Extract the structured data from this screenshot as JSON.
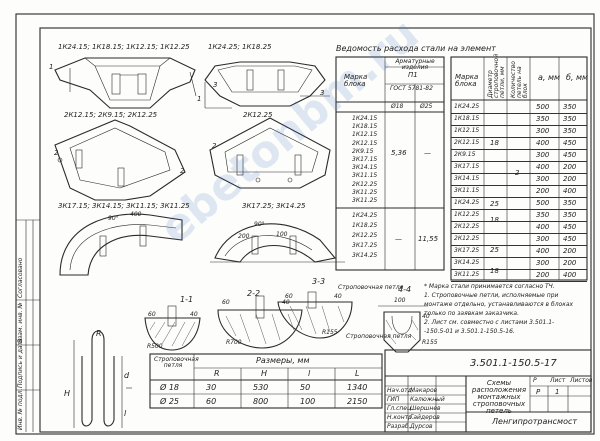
{
  "views": {
    "v1": {
      "title": "1К24.15; 1К18.15; 1К12.15; 1К12.25",
      "cuts": [
        "1",
        "1"
      ]
    },
    "v2": {
      "title": "1К24.25; 1К18.25",
      "dims": [
        "3",
        "3"
      ]
    },
    "v3": {
      "title": "2К12.15; 2К9.15; 2К12.25",
      "dims": [
        "2",
        "2"
      ]
    },
    "v4": {
      "title": "2К12.25",
      "dim": "2"
    },
    "v5": {
      "title": "3К17.15; 3К14.15; 3К11.15; 3К11.25",
      "dims": [
        "90°",
        "400"
      ]
    },
    "v6": {
      "title": "3К17.25; 3К14.25",
      "dims": [
        "90°",
        "200",
        "100"
      ]
    }
  },
  "sections": {
    "s11": {
      "label": "1-1",
      "dims": [
        "60",
        "40"
      ],
      "rsize": "R500"
    },
    "s22": {
      "label": "2-2",
      "dims": [
        "60",
        "40"
      ],
      "rsize": "R700"
    },
    "s33": {
      "label": "3-3",
      "dims": [
        "60",
        "40"
      ],
      "rsize": "R155",
      "note": "Строповочная петля"
    },
    "s44": {
      "label": "4-4",
      "dims": [
        "100",
        "40"
      ],
      "rsize": "R155",
      "note": "Строповочная петля"
    }
  },
  "loop": {
    "label_r": "R",
    "label_h": "H",
    "label_d": "d",
    "label_l": "l"
  },
  "consumption": {
    "title": "Ведомость расхода стали на элемент",
    "col_mark": "Марка блока",
    "col_fittings": "Арматурные изделия",
    "col_p": "П1",
    "col_gost": "ГОСТ 5781-82",
    "col_d1": "Ø18",
    "col_d2": "Ø25",
    "group1": [
      "1К24.15",
      "1К18.15",
      "1К12.15",
      "2К12.15",
      "2К9.15",
      "3К17.15",
      "3К14.15",
      "3К11.15",
      "2К12.25",
      "3К11.25",
      "3К11.25"
    ],
    "group1_val": "5,36",
    "group1_dash": "—",
    "group2": [
      "1К24.25",
      "1К18.25",
      "2К12.25",
      "3К17.25",
      "3К14.25"
    ],
    "group2_dash": "—",
    "group2_val": "11,55"
  },
  "loops_table": {
    "h_mark": "Марка блока",
    "h_dia": "Диаметр строповочной петли, мм",
    "h_count": "Количество петель на блок",
    "h_a": "а, мм",
    "h_b": "б, мм",
    "rows": [
      {
        "mark": "1К24.25",
        "a": "500",
        "b": "350"
      },
      {
        "mark": "1К18.15",
        "a": "350",
        "b": "350"
      },
      {
        "mark": "1К12.15",
        "a": "300",
        "b": "350"
      },
      {
        "mark": "2К12.15",
        "a": "400",
        "b": "450"
      },
      {
        "mark": "2К9.15",
        "a": "300",
        "b": "450"
      },
      {
        "mark": "3К17.15",
        "a": "400",
        "b": "200"
      },
      {
        "mark": "3К14.15",
        "a": "300",
        "b": "200"
      },
      {
        "mark": "3К11.15",
        "a": "200",
        "b": "400"
      },
      {
        "mark": "1К24.25",
        "a": "500",
        "b": "350"
      },
      {
        "mark": "1К12.25",
        "a": "350",
        "b": "350"
      },
      {
        "mark": "2К12.25",
        "a": "400",
        "b": "450"
      },
      {
        "mark": "2К12.25",
        "a": "300",
        "b": "450"
      },
      {
        "mark": "3К17.25",
        "a": "400",
        "b": "200"
      },
      {
        "mark": "3К14.25",
        "a": "300",
        "b": "200"
      },
      {
        "mark": "3К11.25",
        "a": "200",
        "b": "400"
      }
    ],
    "dia_groups": [
      "18",
      "25",
      "18",
      "25",
      "18"
    ],
    "count": "2"
  },
  "notes": {
    "n0": "* Марка стали принимается согласно ТЧ.",
    "n1": "1. Строповочные петли, исполняемые при",
    "n1b": "монтаже отдельно, устанавливаются в блоках",
    "n1c": "только по заявкам заказчика.",
    "n2": "2. Лист см. совместно с листами 3.501.1-",
    "n2b": "-150.5-01 и 3.501.1-150.5-16."
  },
  "dims_table": {
    "h1": "Строповочная петля",
    "h2": "Размеры, мм",
    "cols": [
      "R",
      "H",
      "l",
      "L"
    ],
    "rows": [
      {
        "d": "Ø 18",
        "v": [
          "30",
          "530",
          "50",
          "1340"
        ]
      },
      {
        "d": "Ø 25",
        "v": [
          "60",
          "800",
          "100",
          "2150"
        ]
      }
    ]
  },
  "title_block": {
    "code": "3.501.1-150.5-17",
    "title": "Схемы расположения монтажных строповочных петель",
    "stage": "Р",
    "sheet_label": "Лист",
    "sheets_label": "Листов",
    "sheet": "1",
    "org": "Ленгипротрансмост",
    "roles": [
      "Нач.отд.",
      "ГИП",
      "Гл.спец.",
      "Н.контр.",
      "Разраб."
    ],
    "names": [
      "Макаров",
      "Калюжный",
      "Шершнев",
      "Гайдеров",
      "Дурсов"
    ]
  },
  "side_stamp": {
    "inv": "Инв. № подл.",
    "sign": "Подпись и дата",
    "vzam": "Взам. инв. №",
    "sogl": "Согласовано"
  },
  "watermark": "ebetonbm.ru"
}
